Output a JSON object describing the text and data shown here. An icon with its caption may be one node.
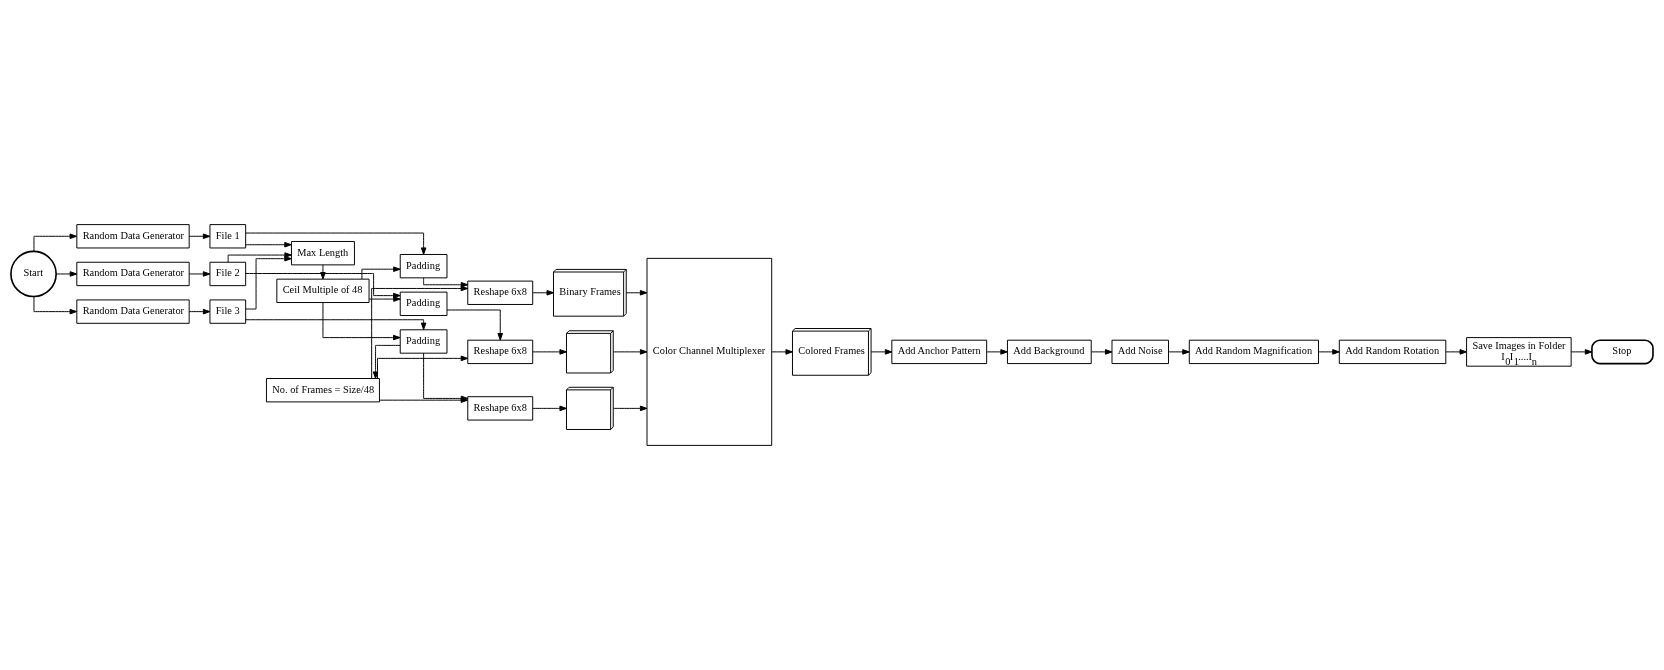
{
  "diagram": {
    "nodes": [
      {
        "text": [
          "Start"
        ]
      },
      {
        "text": [
          "Random Data Generator"
        ]
      },
      {
        "text": [
          "Random Data Generator"
        ]
      },
      {
        "text": [
          "Random Data Generator"
        ]
      },
      {
        "text": [
          "File 1"
        ]
      },
      {
        "text": [
          "File 2"
        ]
      },
      {
        "text": [
          "File 3"
        ]
      },
      {
        "text": [
          "Padding"
        ]
      },
      {
        "text": [
          "Padding"
        ]
      },
      {
        "text": [
          "Padding"
        ]
      },
      {
        "text": [
          "Reshape 6x8"
        ]
      },
      {
        "text": [
          "Reshape 6x8"
        ]
      },
      {
        "text": [
          "Reshape 6x8"
        ]
      },
      {
        "text": [
          "Binary Frames"
        ]
      },
      {
        "text": [],
        "shape": "box"
      },
      {
        "text": [],
        "shape": "box"
      },
      {
        "text": [
          "Color Channel Multiplexer"
        ]
      },
      {
        "text": [
          "Colored Frames"
        ]
      },
      {
        "text": [
          "Add Anchor Pattern"
        ]
      },
      {
        "text": [
          "Add Background"
        ]
      },
      {
        "text": [
          "Add Noise"
        ]
      },
      {
        "text": [
          "Add Random Magnification"
        ]
      },
      {
        "text": [
          "Add Random Rotation"
        ]
      },
      {
        "text": [
          "Save Images in Folder",
          "I$_{0}$I$_{1}$....I$_{n}$"
        ]
      },
      {
        "text": [
          "Stop"
        ]
      },
      {
        "text": [
          "Max Length"
        ]
      },
      {
        "text": [
          "Ceil Multiple of 48"
        ]
      },
      {
        "text": [
          "No. of Frames = Size/48"
        ]
      }
    ],
    "edges": [
      {
        "from": 0,
        "to": 1,
        "arrow": "to"
      },
      {
        "from": 0,
        "to": 2,
        "arrow": "to"
      },
      {
        "from": 0,
        "to": 3,
        "arrow": "to"
      },
      {
        "from": 1,
        "to": 4,
        "arrow": "to"
      },
      {
        "from": 2,
        "to": 5,
        "arrow": "to"
      },
      {
        "from": 3,
        "to": 6,
        "arrow": "to"
      },
      {
        "from": 4,
        "to": 7,
        "arrow": "to"
      },
      {
        "from": 5,
        "to": 8,
        "arrow": "to"
      },
      {
        "from": 6,
        "to": 9,
        "arrow": "to"
      },
      {
        "from": 4,
        "to": 25,
        "arrow": "to"
      },
      {
        "from": 5,
        "to": 25,
        "arrow": "to"
      },
      {
        "from": 6,
        "to": 25,
        "arrow": "to"
      },
      {
        "from": 25,
        "to": 26,
        "arrow": "to"
      },
      {
        "from": 26,
        "to": 7,
        "arrow": "to"
      },
      {
        "from": 26,
        "to": 8,
        "arrow": "to"
      },
      {
        "from": 26,
        "to": 9,
        "arrow": "to"
      },
      {
        "from": 9,
        "to": 27,
        "arrow": "to"
      },
      {
        "from": 27,
        "to": 10,
        "arrow": "to"
      },
      {
        "from": 27,
        "to": 11,
        "arrow": "to"
      },
      {
        "from": 27,
        "to": 12,
        "arrow": "to"
      },
      {
        "from": 7,
        "to": 10,
        "arrow": "to"
      },
      {
        "from": 8,
        "to": 11,
        "arrow": "to"
      },
      {
        "from": 9,
        "to": 12,
        "arrow": "to"
      },
      {
        "from": 10,
        "to": 13,
        "arrow": "to"
      },
      {
        "from": 11,
        "to": 14,
        "arrow": "to"
      },
      {
        "from": 12,
        "to": 15,
        "arrow": "to"
      },
      {
        "from": 13,
        "to": 16,
        "arrow": "to"
      },
      {
        "from": 14,
        "to": 16,
        "arrow": "to"
      },
      {
        "from": 15,
        "to": 16,
        "arrow": "to"
      },
      {
        "from": 16,
        "to": 17,
        "arrow": "to"
      },
      {
        "from": 17,
        "to": 18,
        "arrow": "to"
      },
      {
        "from": 18,
        "to": 19,
        "arrow": "to"
      },
      {
        "from": 19,
        "to": 20,
        "arrow": "to"
      },
      {
        "from": 20,
        "to": 21,
        "arrow": "to"
      },
      {
        "from": 21,
        "to": 22,
        "arrow": "to"
      },
      {
        "from": 22,
        "to": 23,
        "arrow": "to"
      },
      {
        "from": 23,
        "to": 24,
        "arrow": "to"
      }
    ]
  }
}
